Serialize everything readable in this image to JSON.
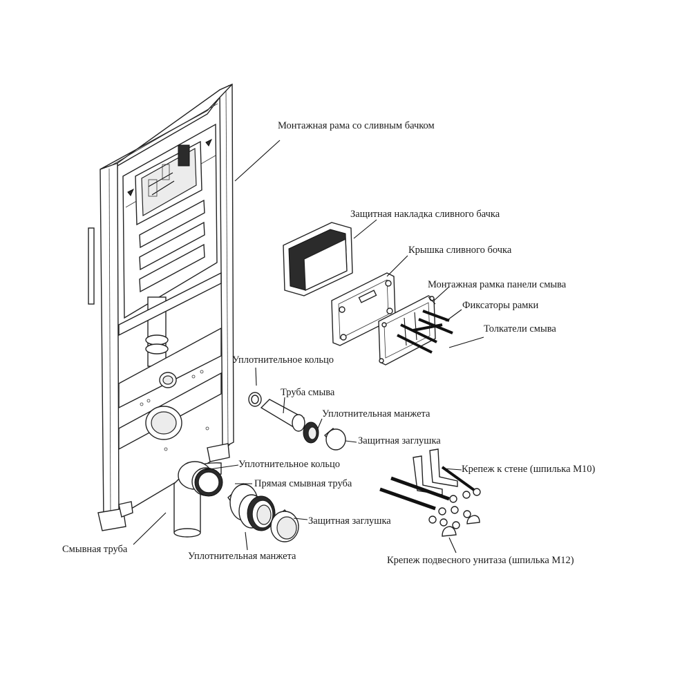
{
  "labels": {
    "frame_with_cistern": "Монтажная рама со сливным бачком",
    "cistern_cover_plate": "Защитная накладка сливного бачка",
    "cistern_lid": "Крышка сливного бочка",
    "flush_panel_frame": "Монтажная рамка панели смыва",
    "frame_clips": "Фиксаторы рамки",
    "flush_pushers": "Толкатели смыва",
    "sealing_ring_top": "Уплотнительное кольцо",
    "flush_pipe_small": "Труба смыва",
    "sealing_cuff_top": "Уплотнительная манжета",
    "protective_cap_top": "Защитная заглушка",
    "sealing_ring_bottom": "Уплотнительное кольцо",
    "straight_flush_pipe": "Прямая смывная труба",
    "wall_fixing": "Крепеж к стене (шпилька М10)",
    "protective_cap_bottom": "Защитная заглушка",
    "flush_pipe": "Смывная труба",
    "sealing_cuff_bottom": "Уплотнительная манжета",
    "toilet_fixing": "Крепеж подвесного унитаза (шпилька М12)"
  }
}
